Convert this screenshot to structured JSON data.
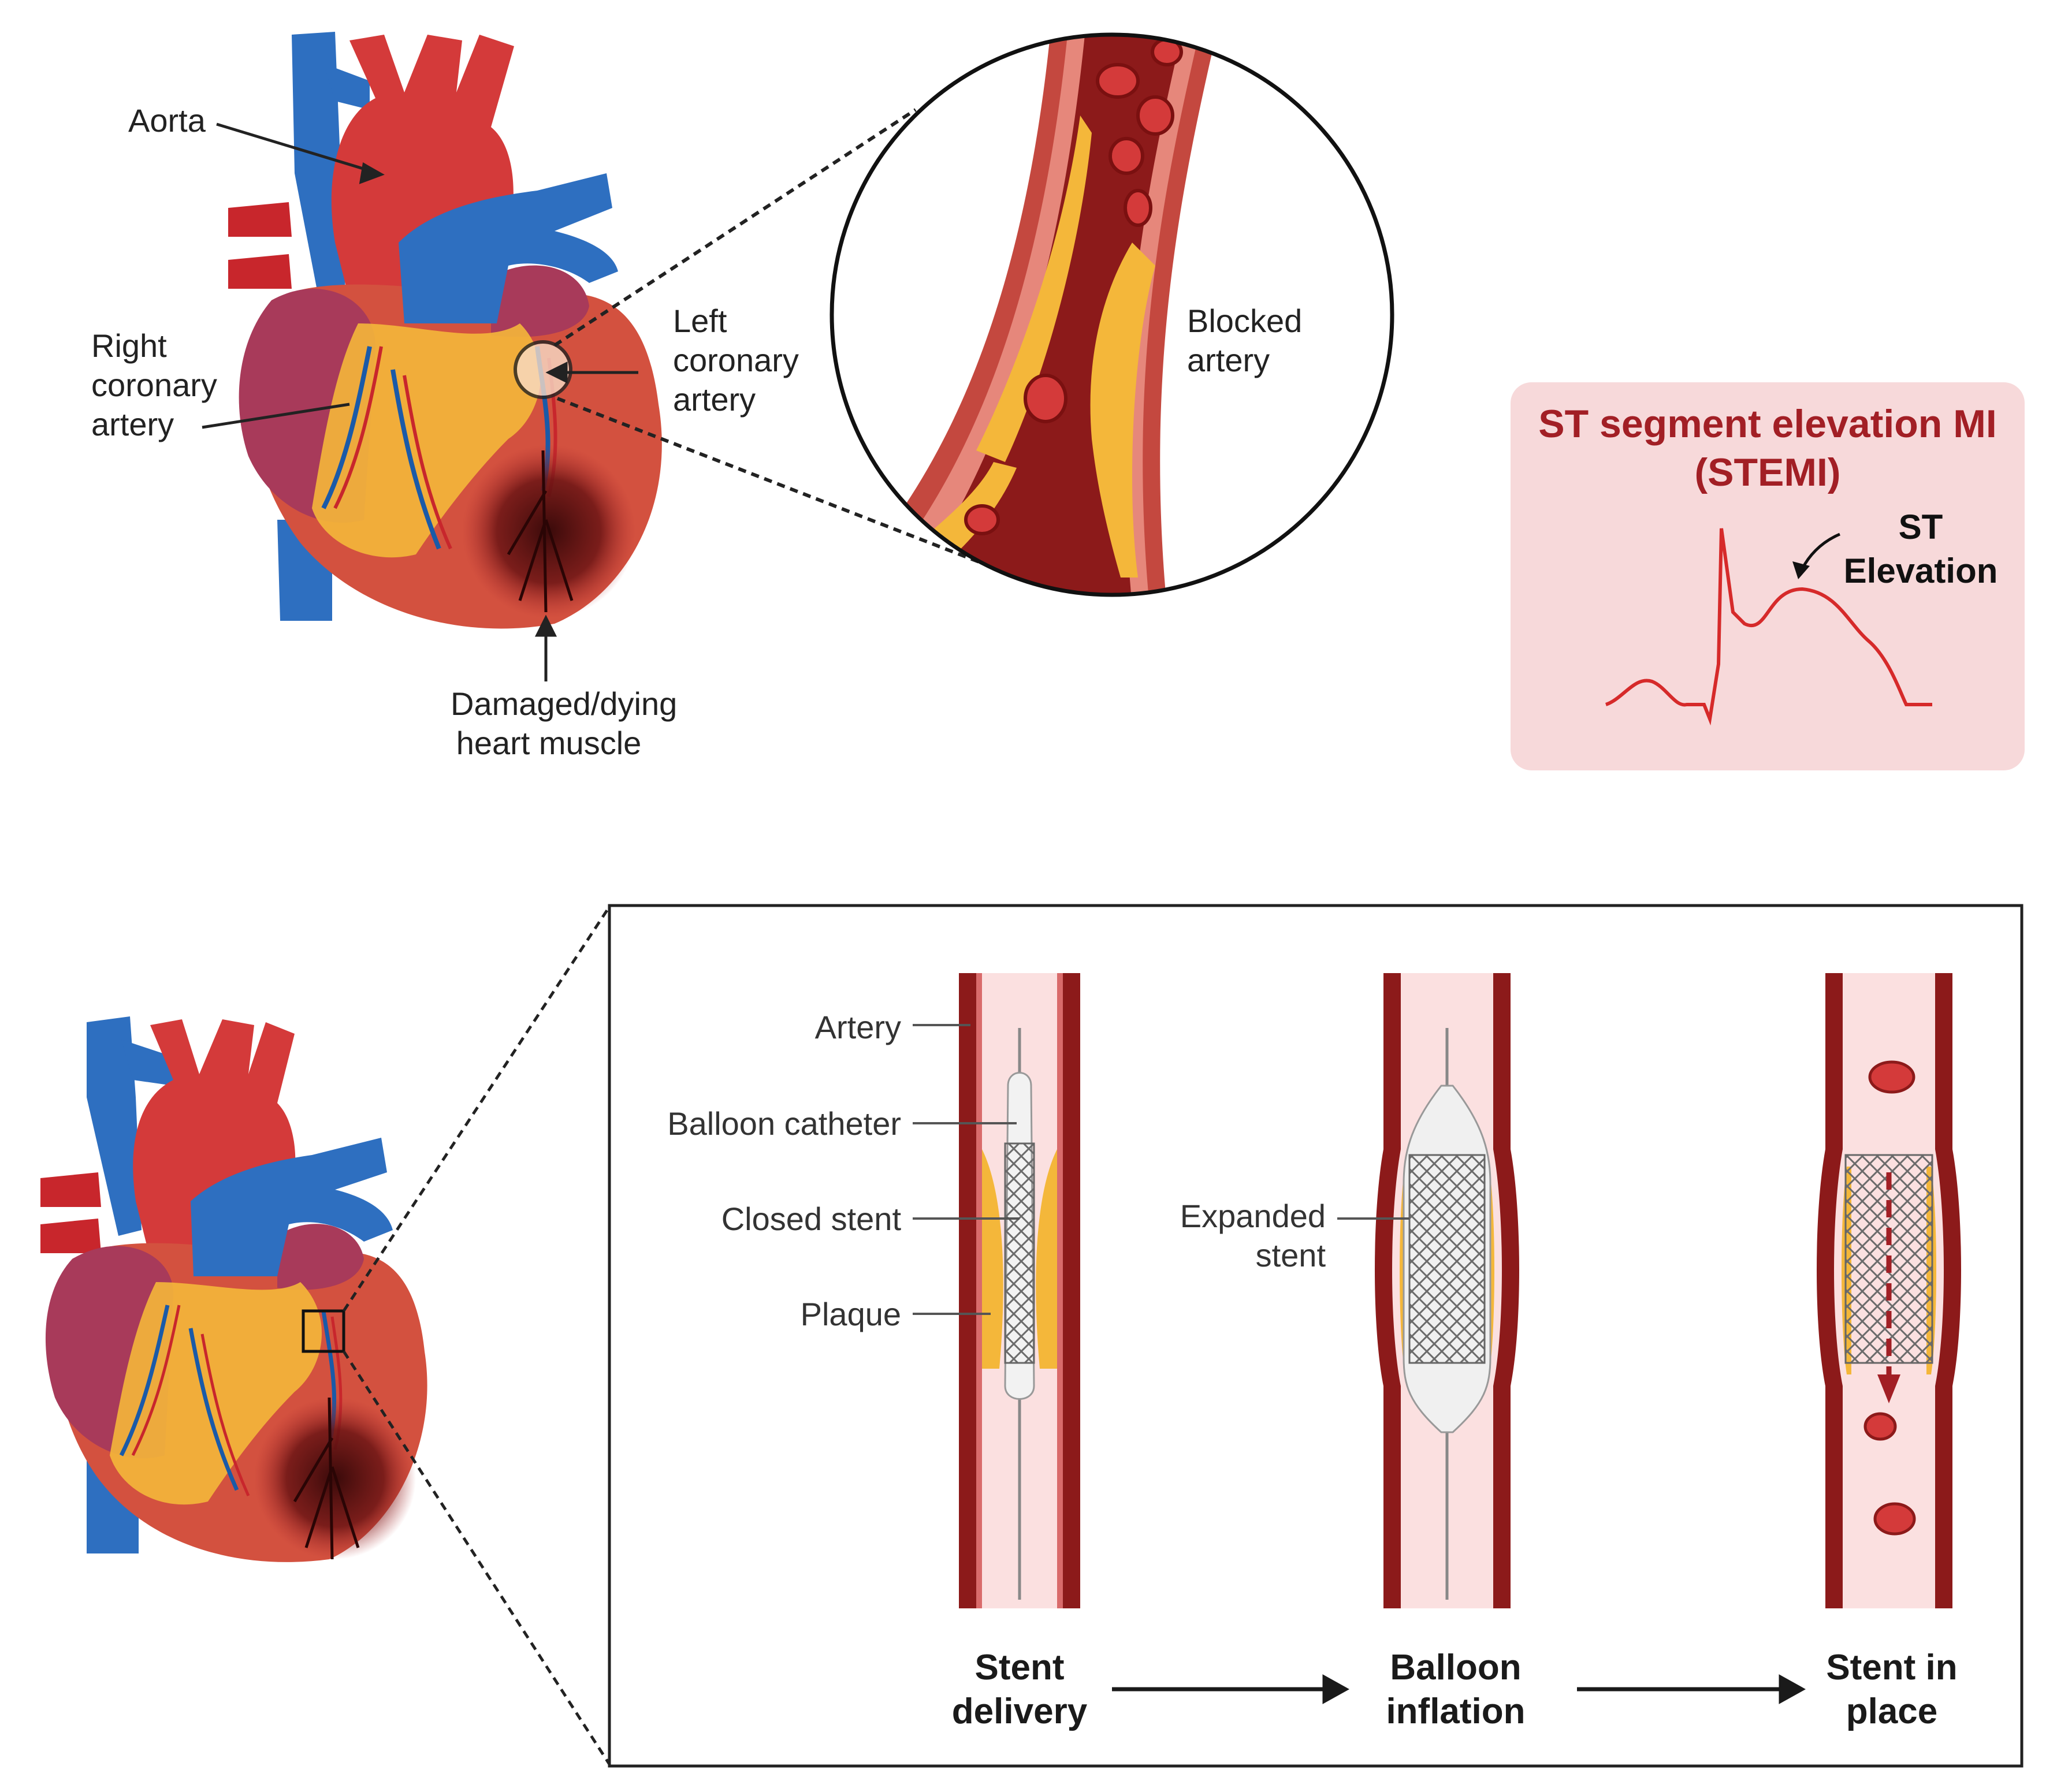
{
  "colors": {
    "artery_wall": "#8c1a1a",
    "artery_outer": "#c4483f",
    "lumen": "#fbe0e0",
    "plaque": "#f4b73a",
    "aorta_red": "#d43a3a",
    "vein_blue": "#2e6fc0",
    "stemi_bg": "#f7d9da",
    "stemi_text": "#a21f25",
    "ecg_line": "#d62a2a"
  },
  "top_heart": {
    "aorta": "Aorta",
    "right_coronary": [
      "Right",
      "coronary",
      "artery"
    ],
    "left_coronary": [
      "Left",
      "coronary",
      "artery"
    ],
    "damaged": [
      "Damaged/dying",
      "heart muscle"
    ]
  },
  "zoom_circle": {
    "blocked": [
      "Blocked",
      "artery"
    ]
  },
  "stemi": {
    "title": [
      "ST segment elevation MI",
      "(STEMI)"
    ],
    "st_label": [
      "ST",
      "Elevation"
    ]
  },
  "stent_panel": {
    "artery": "Artery",
    "balloon_catheter": "Balloon catheter",
    "closed_stent": "Closed stent",
    "plaque": "Plaque",
    "expanded_stent": [
      "Expanded",
      "stent"
    ],
    "steps": [
      [
        "Stent",
        "delivery"
      ],
      [
        "Balloon",
        "inflation"
      ],
      [
        "Stent in",
        "place"
      ]
    ]
  }
}
